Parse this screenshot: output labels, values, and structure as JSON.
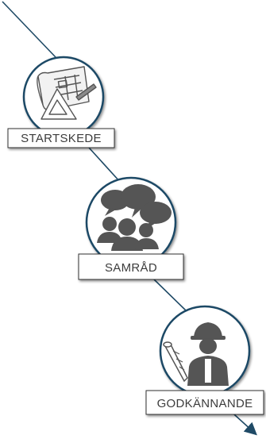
{
  "stages": [
    {
      "label": "STARTSKEDE",
      "icon": "blueprint-plans-icon"
    },
    {
      "label": "SAMRÅD",
      "icon": "people-speech-bubbles-icon"
    },
    {
      "label": "GODKÄNNANDE",
      "icon": "construction-worker-icon"
    }
  ],
  "colors": {
    "path_line": "#1f4a66",
    "circle_stroke": "#1f4a66",
    "circle_fill": "#ffffff",
    "icon_fill": "#555555",
    "label_border": "#333333",
    "label_text": "#3c3c3c"
  }
}
